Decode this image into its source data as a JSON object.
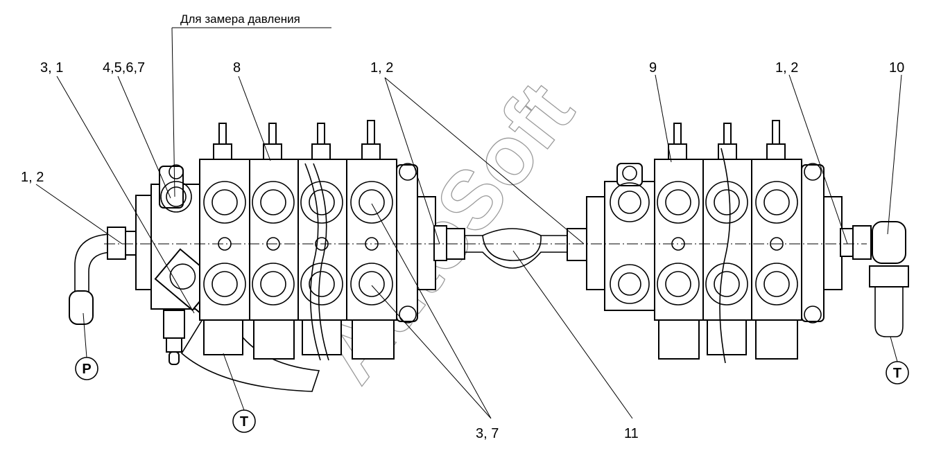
{
  "header_note": "Для замера давления",
  "callouts": {
    "c31": "3, 1",
    "c4567": "4,5,6,7",
    "c8": "8",
    "c12_center": "1, 2",
    "c9": "9",
    "c12_right": "1, 2",
    "c10": "10",
    "c12_left": "1, 2",
    "c37": "3, 7",
    "c11": "11"
  },
  "ports": {
    "p_left": "P",
    "t_mid": "T",
    "t_right": "T"
  },
  "watermark": "AutoSoft"
}
